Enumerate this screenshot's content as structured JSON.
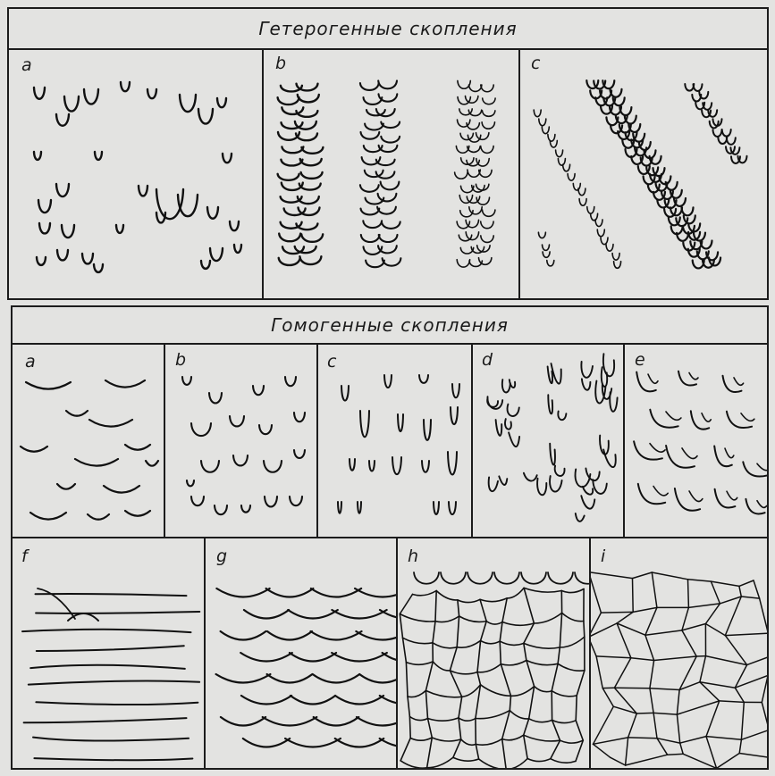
{
  "sections": {
    "heterogeneous": {
      "title": "Гетерогенные скопления",
      "panels": [
        {
          "label": "a",
          "pattern": "sparse-scattered-cusps"
        },
        {
          "label": "b",
          "pattern": "vertical-cusp-columns"
        },
        {
          "label": "c",
          "pattern": "diagonal-cusp-bands"
        }
      ]
    },
    "homogeneous": {
      "title": "Гомогенные скопления",
      "panels_row1": [
        {
          "label": "a",
          "pattern": "wide-shallow-arcs"
        },
        {
          "label": "b",
          "pattern": "medium-cusps"
        },
        {
          "label": "c",
          "pattern": "narrow-deep-cusps"
        },
        {
          "label": "d",
          "pattern": "irregular-hooks"
        },
        {
          "label": "e",
          "pattern": "asymmetric-curved-cusps"
        }
      ],
      "panels_row2": [
        {
          "label": "f",
          "pattern": "long-wavy-lines"
        },
        {
          "label": "g",
          "pattern": "regular-arc-rows"
        },
        {
          "label": "h",
          "pattern": "cusp-to-polygon-net"
        },
        {
          "label": "i",
          "pattern": "polygonal-net"
        }
      ]
    }
  }
}
